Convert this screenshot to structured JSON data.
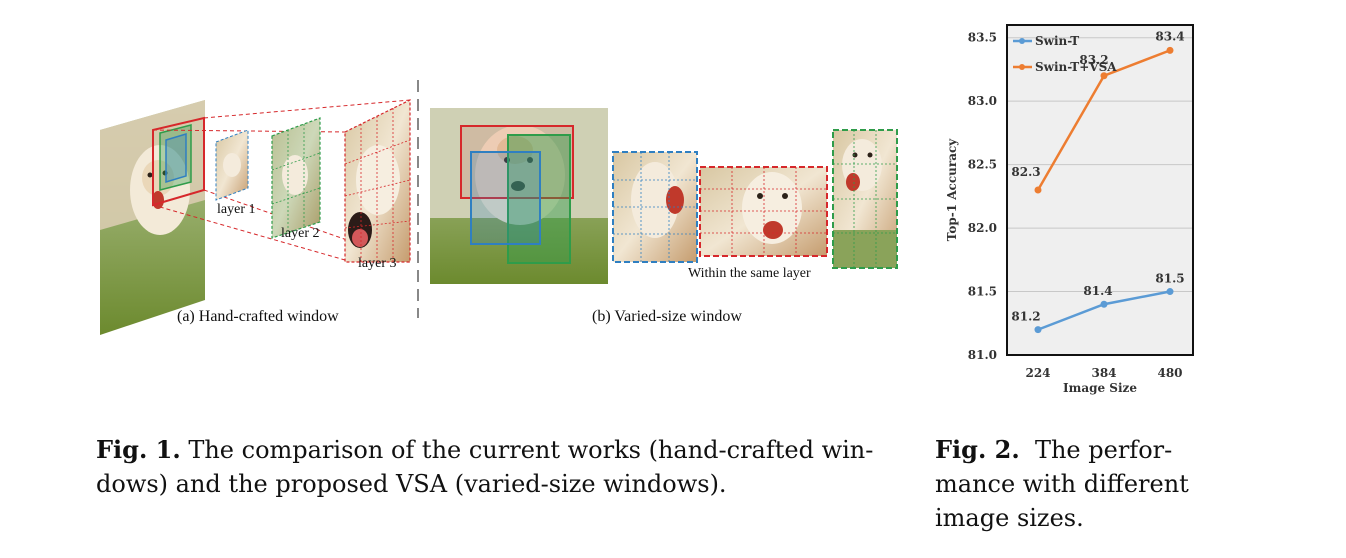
{
  "figure1": {
    "subcaption_a": "(a) Hand-crafted window",
    "subcaption_b": "(b) Varied-size window",
    "layer_labels": [
      "layer 1",
      "layer 2",
      "layer 3"
    ],
    "same_layer_label": "Within the same layer",
    "caption_label": "Fig. 1.",
    "caption_text": "The comparison of the current works (hand-crafted win- dows) and the proposed VSA (varied-size windows).",
    "caption_line1": "The comparison of the current works (hand-crafted win-",
    "caption_line2": "dows) and the proposed VSA (varied-size windows)."
  },
  "figure2": {
    "caption_label": "Fig. 2.",
    "caption_line1": "The perfor-",
    "caption_line2": "mance with different",
    "caption_line3": "image sizes."
  },
  "colors": {
    "red": "#d6282b",
    "green": "#2f9c4a",
    "blue": "#2f7fc1",
    "swin": "#5b9bd5",
    "vsa": "#ed7d31"
  },
  "chart_data": {
    "type": "line",
    "xlabel": "Image Size",
    "ylabel": "Top-1 Accuracy",
    "categories": [
      "224",
      "384",
      "480"
    ],
    "ylim": [
      81.0,
      83.6
    ],
    "yticks": [
      "81.0",
      "81.5",
      "82.0",
      "82.5",
      "83.0",
      "83.5"
    ],
    "grid": true,
    "legend_position": "top-left",
    "series": [
      {
        "name": "Swin-T",
        "values": [
          81.2,
          81.4,
          81.5
        ],
        "labels": [
          "81.2",
          "81.4",
          "81.5"
        ],
        "color": "#5b9bd5"
      },
      {
        "name": "Swin-T+VSA",
        "values": [
          82.3,
          83.2,
          83.4
        ],
        "labels": [
          "82.3",
          "83.2",
          "83.4"
        ],
        "color": "#ed7d31"
      }
    ]
  }
}
